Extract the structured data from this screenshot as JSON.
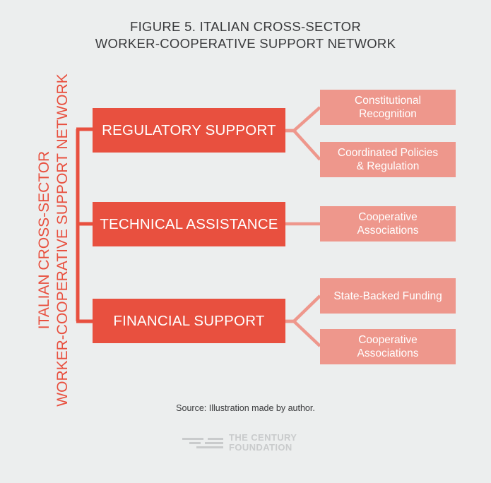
{
  "title": {
    "line1": "FIGURE 5. ITALIAN CROSS-SECTOR",
    "line2": "WORKER-COOPERATIVE SUPPORT NETWORK"
  },
  "side_label": {
    "line1": "ITALIAN CROSS-SECTOR",
    "line2": "WORKER-COOPERATIVE SUPPORT NETWORK"
  },
  "categories": [
    {
      "label": "REGULATORY SUPPORT",
      "subs": [
        {
          "line1": "Constitutional",
          "line2": "Recognition"
        },
        {
          "line1": "Coordinated Policies",
          "line2": "& Regulation"
        }
      ]
    },
    {
      "label": "TECHNICAL ASSISTANCE",
      "subs": [
        {
          "line1": "Cooperative",
          "line2": "Associations"
        }
      ]
    },
    {
      "label": "FINANCIAL SUPPORT",
      "subs": [
        {
          "line1": "State-Backed Funding",
          "line2": ""
        },
        {
          "line1": "Cooperative",
          "line2": "Associations"
        }
      ]
    }
  ],
  "source": "Source: Illustration made by author.",
  "logo": {
    "line1": "THE CENTURY",
    "line2": "FOUNDATION",
    "icon": "century-foundation-mark"
  },
  "colors": {
    "primary": "#e8503f",
    "secondary": "#ee978c",
    "text": "#3a3b3d",
    "background": "#eceeee",
    "logo": "#c9cbcc"
  }
}
